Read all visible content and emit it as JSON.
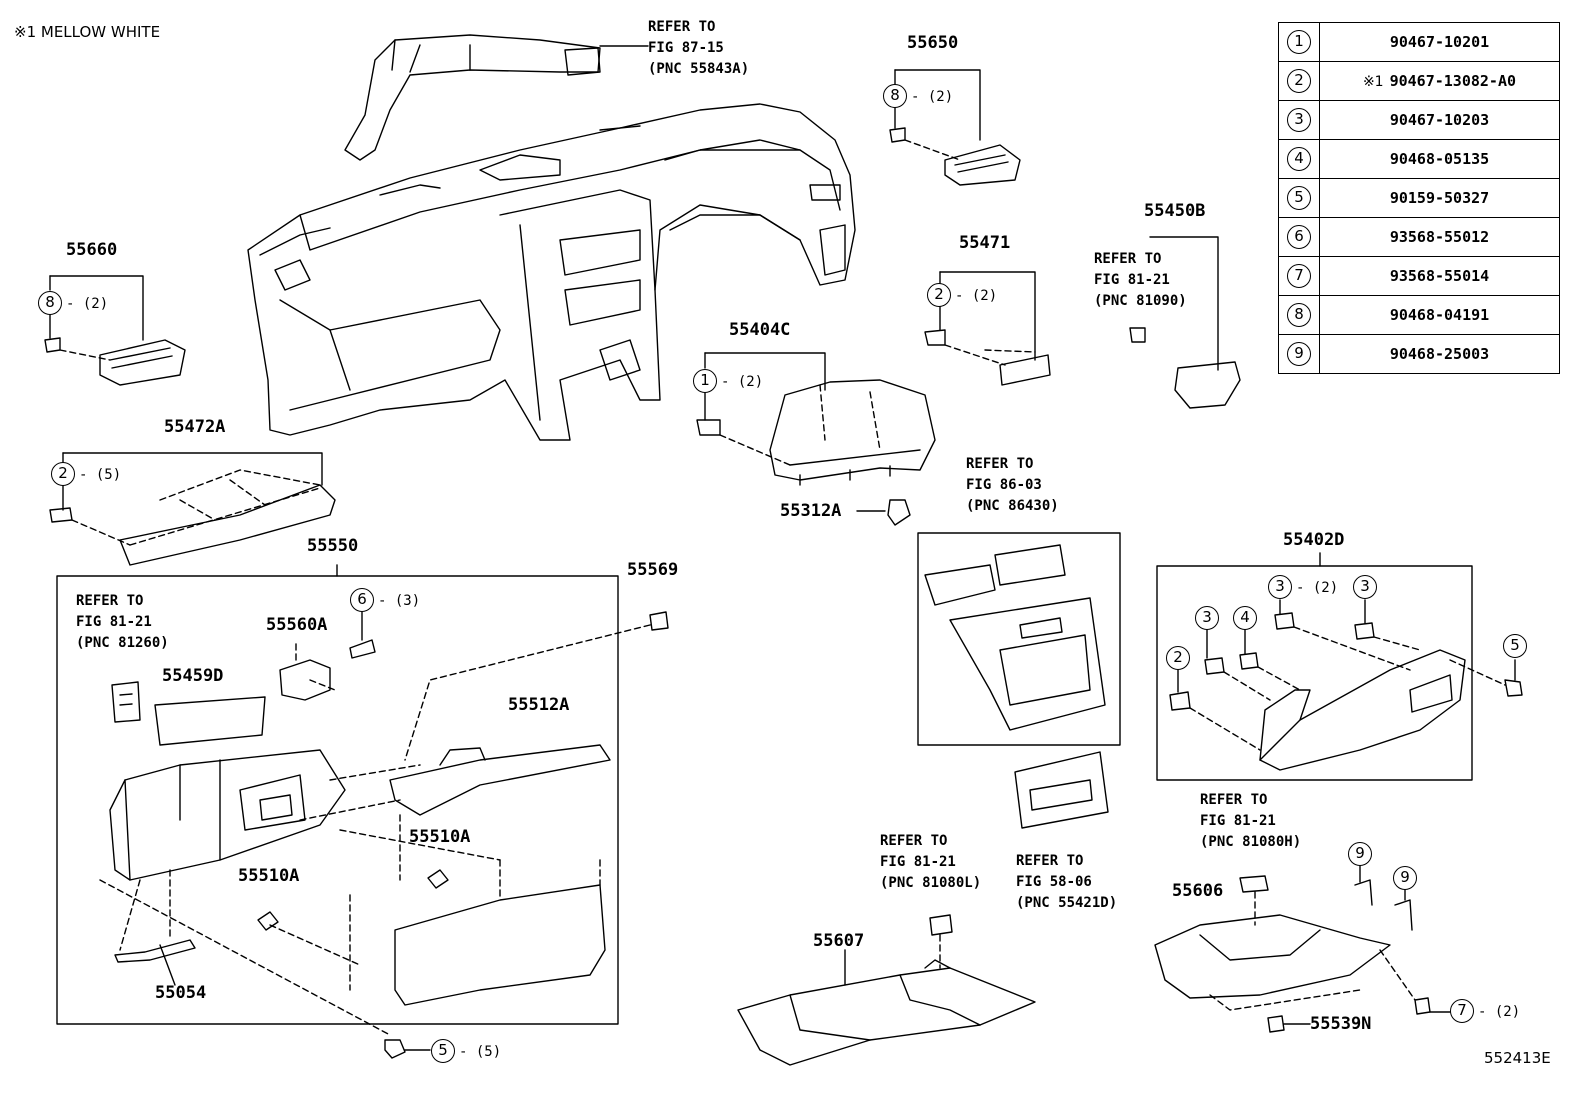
{
  "note": "※1 MELLOW WHITE",
  "figure_id": "552413E",
  "legend": [
    {
      "num": "1",
      "mark": "",
      "part": "90467-10201"
    },
    {
      "num": "2",
      "mark": "※1",
      "part": "90467-13082-A0"
    },
    {
      "num": "3",
      "mark": "",
      "part": "90467-10203"
    },
    {
      "num": "4",
      "mark": "",
      "part": "90468-05135"
    },
    {
      "num": "5",
      "mark": "",
      "part": "90159-50327"
    },
    {
      "num": "6",
      "mark": "",
      "part": "93568-55012"
    },
    {
      "num": "7",
      "mark": "",
      "part": "93568-55014"
    },
    {
      "num": "8",
      "mark": "",
      "part": "90468-04191"
    },
    {
      "num": "9",
      "mark": "",
      "part": "90468-25003"
    }
  ],
  "parts": {
    "p55650": "55650",
    "p55660": "55660",
    "p55450B": "55450B",
    "p55471": "55471",
    "p55404C": "55404C",
    "p55312A": "55312A",
    "p55472A": "55472A",
    "p55550": "55550",
    "p55569": "55569",
    "p55560A": "55560A",
    "p55459D": "55459D",
    "p55512A": "55512A",
    "p55510A_1": "55510A",
    "p55510A_2": "55510A",
    "p55054": "55054",
    "p55402D": "55402D",
    "p55606": "55606",
    "p55607": "55607",
    "p55539N": "55539N"
  },
  "refs": {
    "r1": [
      "REFER TO",
      "FIG 87-15",
      "(PNC 55843A)"
    ],
    "r2": [
      "REFER TO",
      "FIG 81-21",
      "(PNC 81090)"
    ],
    "r3": [
      "REFER TO",
      "FIG 86-03",
      "(PNC 86430)"
    ],
    "r4": [
      "REFER TO",
      "FIG 81-21",
      "(PNC 81260)"
    ],
    "r5": [
      "REFER TO",
      "FIG 81-21",
      "(PNC 81080H)"
    ],
    "r6": [
      "REFER TO",
      "FIG 81-21",
      "(PNC 81080L)"
    ],
    "r7": [
      "REFER TO",
      "FIG 58-06",
      "(PNC 55421D)"
    ]
  },
  "callouts": {
    "c8a": {
      "num": "8",
      "qty": "- (2)"
    },
    "c8b": {
      "num": "8",
      "qty": "- (2)"
    },
    "c2a": {
      "num": "2",
      "qty": "- (2)"
    },
    "c1a": {
      "num": "1",
      "qty": "- (2)"
    },
    "c2b": {
      "num": "2",
      "qty": "- (5)"
    },
    "c6a": {
      "num": "6",
      "qty": "- (3)"
    },
    "c3a": {
      "num": "3",
      "qty": "- (2)"
    },
    "c3b": {
      "num": "3",
      "qty": ""
    },
    "c3c": {
      "num": "3",
      "qty": ""
    },
    "c4a": {
      "num": "4",
      "qty": ""
    },
    "c2c": {
      "num": "2",
      "qty": ""
    },
    "c5a": {
      "num": "5",
      "qty": ""
    },
    "c9a": {
      "num": "9",
      "qty": ""
    },
    "c9b": {
      "num": "9",
      "qty": ""
    },
    "c7a": {
      "num": "7",
      "qty": "- (2)"
    },
    "c5b": {
      "num": "5",
      "qty": "- (5)"
    }
  }
}
